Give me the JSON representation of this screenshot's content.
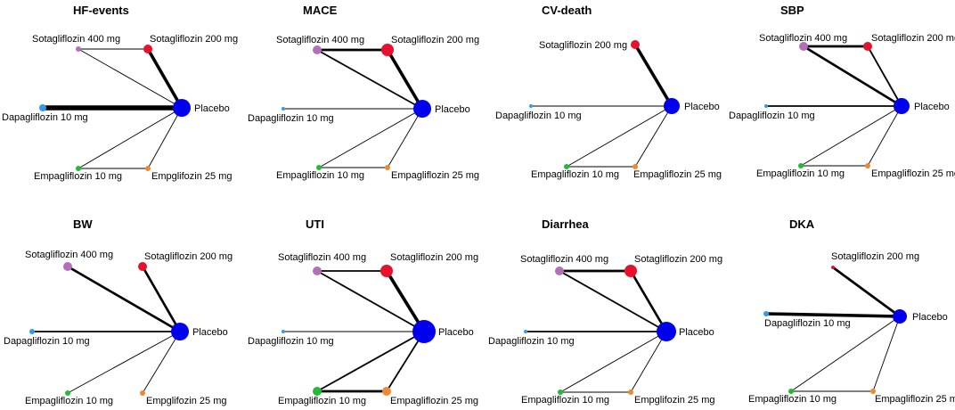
{
  "figure": {
    "colors": {
      "placebo": "#0000ee",
      "sota400": "#b36fb8",
      "sota200": "#e8112d",
      "dapa10": "#3399ee",
      "empa10": "#22bb33",
      "empa25": "#ee8833",
      "edge": "#000000"
    },
    "panels": [
      {
        "title": "HF-events",
        "nodes": {
          "sota400": {
            "label": "Sotagliflozin 400 mg"
          },
          "sota200": {
            "label": "Sotagliflozin 200 mg"
          },
          "dapa10": {
            "label": "Dapagliflozin 10 mg"
          },
          "placebo": {
            "label": "Placebo"
          },
          "empa10": {
            "label": "Empagliflozin 10 mg"
          },
          "empa25": {
            "label": "Empglifozin 25 mg"
          }
        },
        "edges": [
          [
            "sota400",
            "sota200",
            1
          ],
          [
            "sota400",
            "placebo",
            1
          ],
          [
            "sota200",
            "placebo",
            4
          ],
          [
            "dapa10",
            "placebo",
            6
          ],
          [
            "empa10",
            "placebo",
            1
          ],
          [
            "empa25",
            "placebo",
            1
          ],
          [
            "empa10",
            "empa25",
            1
          ]
        ]
      },
      {
        "title": "MACE",
        "nodes": {
          "sota400": {
            "label": "Sotagliflozin 400 mg"
          },
          "sota200": {
            "label": "Sotagliflozin 200 mg"
          },
          "dapa10": {
            "label": "Dapagliflozin 10 mg"
          },
          "placebo": {
            "label": "Placebo"
          },
          "empa10": {
            "label": "Empagliflozin 10 mg"
          },
          "empa25": {
            "label": "Empagliflozin 25 mg"
          }
        },
        "edges": [
          [
            "sota400",
            "sota200",
            3
          ],
          [
            "sota400",
            "placebo",
            2
          ],
          [
            "sota200",
            "placebo",
            4
          ],
          [
            "dapa10",
            "placebo",
            1
          ],
          [
            "empa10",
            "placebo",
            1
          ],
          [
            "empa25",
            "placebo",
            1
          ],
          [
            "empa10",
            "empa25",
            1
          ]
        ]
      },
      {
        "title": "CV-death",
        "nodes": {
          "sota200": {
            "label": "Sotagliflozin 200 mg"
          },
          "dapa10": {
            "label": "Dapagliflozin 10 mg"
          },
          "placebo": {
            "label": "Placebo"
          },
          "empa10": {
            "label": "Empagliflozin 10 mg"
          },
          "empa25": {
            "label": "Empagliflozin 25 mg"
          }
        },
        "edges": [
          [
            "sota200",
            "placebo",
            4
          ],
          [
            "dapa10",
            "placebo",
            1
          ],
          [
            "empa10",
            "placebo",
            1
          ],
          [
            "empa25",
            "placebo",
            1
          ],
          [
            "empa10",
            "empa25",
            1
          ]
        ]
      },
      {
        "title": "SBP",
        "nodes": {
          "sota400": {
            "label": "Sotagliflozin 400 mg"
          },
          "sota200": {
            "label": "Sotagliflozin 200 mg"
          },
          "dapa10": {
            "label": "Dapagliflozin 10 mg"
          },
          "placebo": {
            "label": "Placebo"
          },
          "empa10": {
            "label": "Empagliflozin 10 mg"
          },
          "empa25": {
            "label": "Empagliflozin 25 mg"
          }
        },
        "edges": [
          [
            "sota400",
            "sota200",
            3
          ],
          [
            "sota400",
            "placebo",
            3
          ],
          [
            "sota200",
            "placebo",
            2
          ],
          [
            "dapa10",
            "placebo",
            2
          ],
          [
            "empa10",
            "placebo",
            1
          ],
          [
            "empa25",
            "placebo",
            1
          ],
          [
            "empa10",
            "empa25",
            1
          ]
        ]
      },
      {
        "title": "BW",
        "nodes": {
          "sota400": {
            "label": "Sotagliflozin 400 mg"
          },
          "sota200": {
            "label": "Sotagliflozin 200 mg"
          },
          "dapa10": {
            "label": "Dapagliflozin 10 mg"
          },
          "placebo": {
            "label": "Placebo"
          },
          "empa10": {
            "label": "Empagliflozin 10 mg"
          },
          "empa25": {
            "label": "Empglifozin 25 mg"
          }
        },
        "edges": [
          [
            "sota400",
            "placebo",
            3
          ],
          [
            "sota200",
            "placebo",
            3
          ],
          [
            "dapa10",
            "placebo",
            2
          ],
          [
            "empa10",
            "placebo",
            1
          ],
          [
            "empa25",
            "placebo",
            1
          ]
        ]
      },
      {
        "title": "UTI",
        "nodes": {
          "sota400": {
            "label": "Sotagliflozin 400 mg"
          },
          "sota200": {
            "label": "Sotagliflozin 200 mg"
          },
          "dapa10": {
            "label": "Dapagliflozin 10 mg"
          },
          "placebo": {
            "label": "Placebo"
          },
          "empa10": {
            "label": "Empagliflozin 10 mg"
          },
          "empa25": {
            "label": "Empagliflozin 25 mg"
          }
        },
        "edges": [
          [
            "sota400",
            "sota200",
            2
          ],
          [
            "sota400",
            "placebo",
            2
          ],
          [
            "sota200",
            "placebo",
            4
          ],
          [
            "dapa10",
            "placebo",
            1
          ],
          [
            "empa10",
            "placebo",
            2
          ],
          [
            "empa25",
            "placebo",
            2
          ],
          [
            "empa10",
            "empa25",
            3
          ]
        ]
      },
      {
        "title": "Diarrhea",
        "nodes": {
          "sota400": {
            "label": "Sotagliflozin 400 mg"
          },
          "sota200": {
            "label": "Sotagliflozin 200 mg"
          },
          "dapa10": {
            "label": "Dapagliflozin 10 mg"
          },
          "placebo": {
            "label": "Placebo"
          },
          "empa10": {
            "label": "Empagliflozin 10 mg"
          },
          "empa25": {
            "label": "Empglifozin 25 mg"
          }
        },
        "edges": [
          [
            "sota400",
            "sota200",
            3
          ],
          [
            "sota400",
            "placebo",
            2
          ],
          [
            "sota200",
            "placebo",
            3
          ],
          [
            "dapa10",
            "placebo",
            2
          ],
          [
            "empa10",
            "placebo",
            1
          ],
          [
            "empa25",
            "placebo",
            1
          ],
          [
            "empa10",
            "empa25",
            1
          ]
        ]
      },
      {
        "title": "DKA",
        "nodes": {
          "sota200": {
            "label": "Sotagliflozin 200 mg"
          },
          "dapa10": {
            "label": "Dapagliflozin 10 mg"
          },
          "placebo": {
            "label": "Placebo"
          },
          "empa10": {
            "label": "Empagliflozin 10 mg"
          },
          "empa25": {
            "label": "Empagliflozin 25 mg"
          }
        },
        "edges": [
          [
            "sota200",
            "placebo",
            3
          ],
          [
            "dapa10",
            "placebo",
            4
          ],
          [
            "empa10",
            "placebo",
            1
          ],
          [
            "empa25",
            "placebo",
            1
          ],
          [
            "empa10",
            "empa25",
            1
          ]
        ]
      }
    ]
  }
}
